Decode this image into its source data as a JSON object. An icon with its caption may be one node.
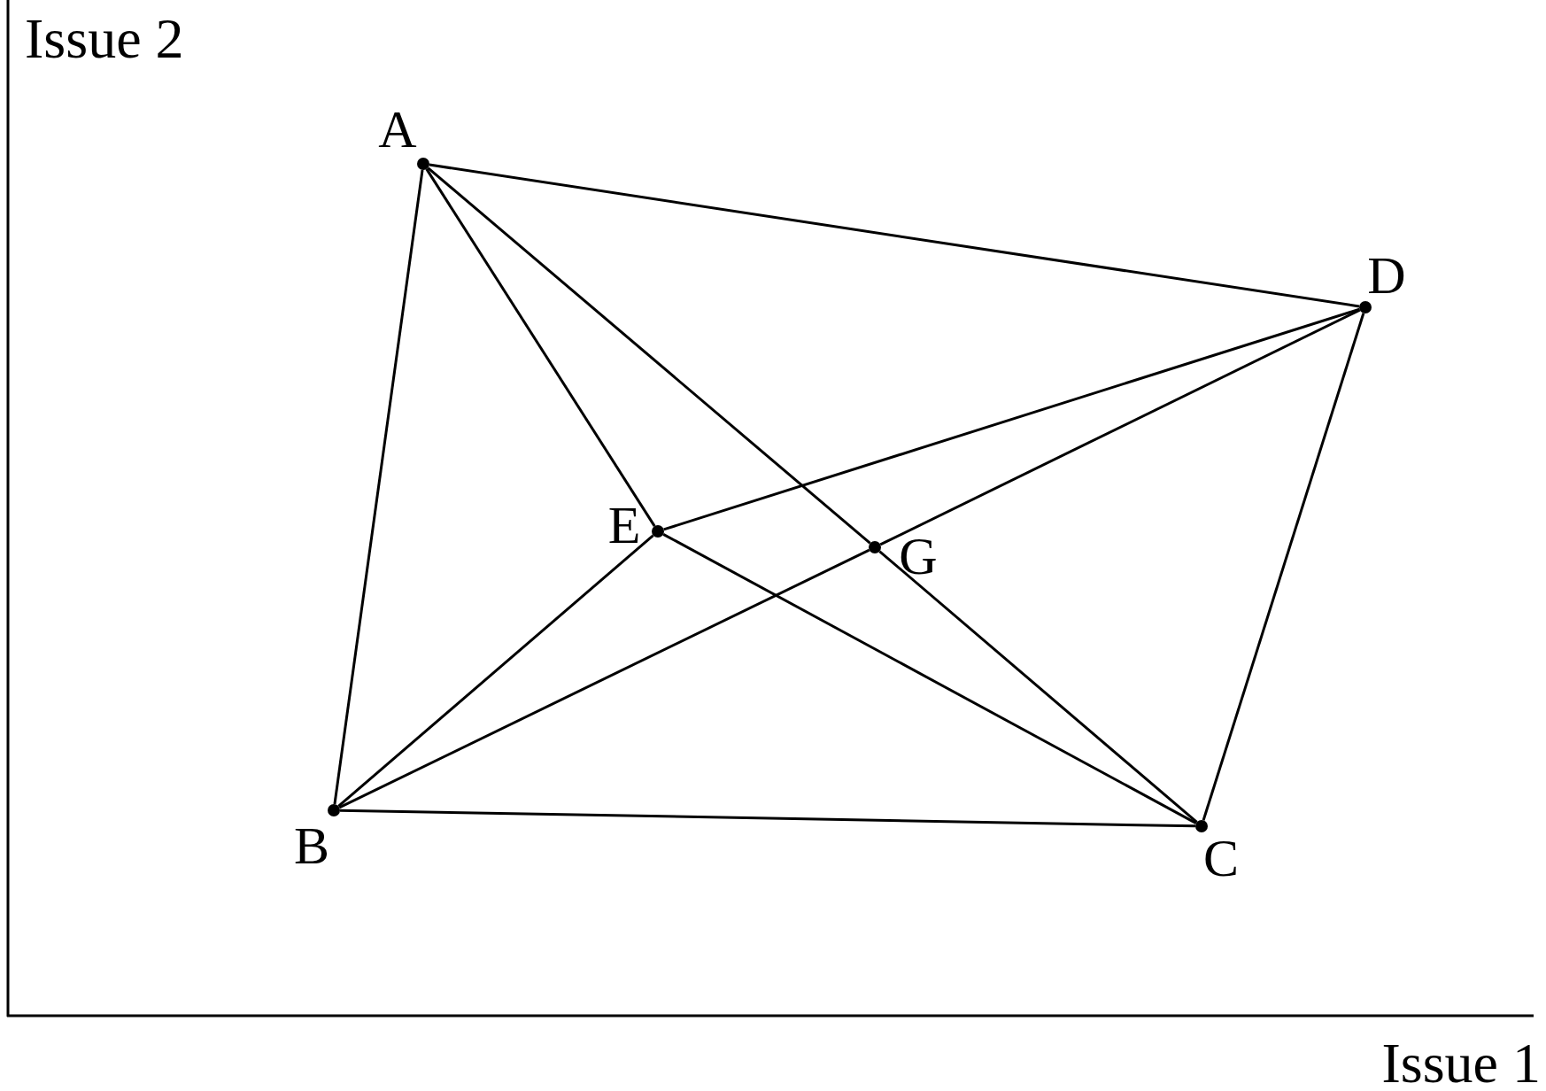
{
  "diagram": {
    "nodes": [
      {
        "text": [],
        "shape": "circle",
        "beside": [
          "A"
        ]
      },
      {
        "text": [],
        "shape": "circle",
        "beside": [
          "D"
        ]
      },
      {
        "text": [],
        "shape": "circle",
        "beside": [
          "E"
        ]
      },
      {
        "text": [],
        "shape": "circle",
        "beside": [
          "G"
        ]
      },
      {
        "text": [],
        "shape": "circle",
        "beside": [
          "B"
        ]
      },
      {
        "text": [],
        "shape": "circle",
        "beside": [
          "C"
        ]
      }
    ],
    "edges": [
      {
        "from": 0,
        "to": 4,
        "arrow": "none"
      },
      {
        "from": 0,
        "to": 1,
        "arrow": "none"
      },
      {
        "from": 0,
        "to": 2,
        "arrow": "none"
      },
      {
        "from": 0,
        "to": 3,
        "arrow": "none"
      },
      {
        "from": 3,
        "to": 5,
        "arrow": "none"
      },
      {
        "from": 1,
        "to": 5,
        "arrow": "none"
      },
      {
        "from": 1,
        "to": 2,
        "arrow": "none"
      },
      {
        "from": 1,
        "to": 3,
        "arrow": "none"
      },
      {
        "from": 3,
        "to": 4,
        "arrow": "none"
      },
      {
        "from": 2,
        "to": 4,
        "arrow": "none"
      },
      {
        "from": 2,
        "to": 5,
        "arrow": "none"
      },
      {
        "from": 4,
        "to": 5,
        "arrow": "none"
      }
    ],
    "labels": [
      "Issue 2",
      "Issue 1"
    ]
  }
}
